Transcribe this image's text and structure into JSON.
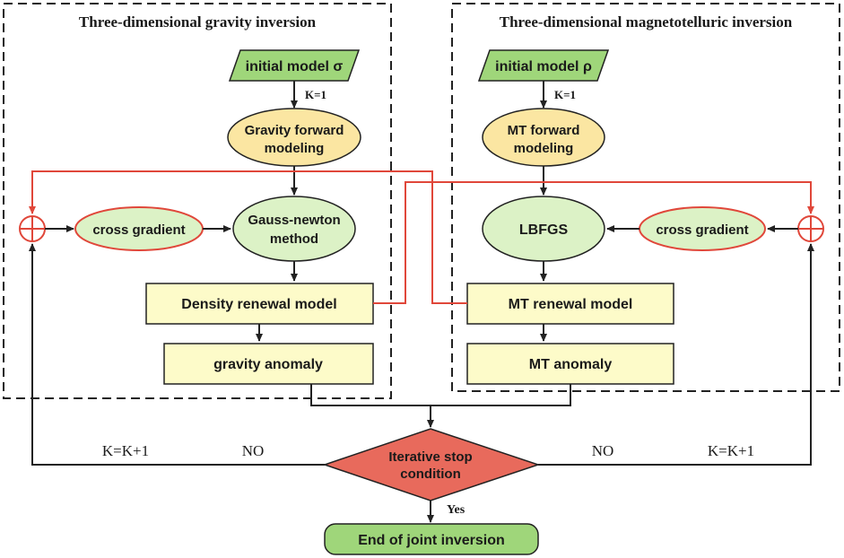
{
  "colors": {
    "green_fill": "#9fd67a",
    "light_green_fill": "#dcf2c6",
    "yellow_ellipse_fill": "#fbe6a2",
    "pale_yellow_fill": "#fdfbc9",
    "red_flow": "#e0473a",
    "red_diamond": "#e86a5c",
    "end_green": "#9fd67a",
    "stroke": "#222222"
  },
  "gravity_panel": {
    "title": "Three-dimensional gravity inversion",
    "initial_model": "initial model σ",
    "k_label": "K=1",
    "forward_line1": "Gravity forward",
    "forward_line2": "modeling",
    "method_line1": "Gauss-newton",
    "method_line2": "method",
    "cross_gradient": "cross gradient",
    "renewal": "Density renewal model",
    "anomaly": "gravity anomaly"
  },
  "mt_panel": {
    "title": "Three-dimensional magnetotelluric inversion",
    "initial_model": "initial model ρ",
    "k_label": "K=1",
    "forward_line1": "MT forward",
    "forward_line2": "modeling",
    "method": "LBFGS",
    "cross_gradient": "cross gradient",
    "renewal": "MT renewal model",
    "anomaly": "MT anomaly"
  },
  "loop": {
    "left_k": "K=K+1",
    "left_no": "NO",
    "right_no": "NO",
    "right_k": "K=K+1"
  },
  "decision": {
    "line1": "Iterative stop",
    "line2": "condition",
    "yes": "Yes"
  },
  "end": {
    "label": "End of joint inversion"
  }
}
